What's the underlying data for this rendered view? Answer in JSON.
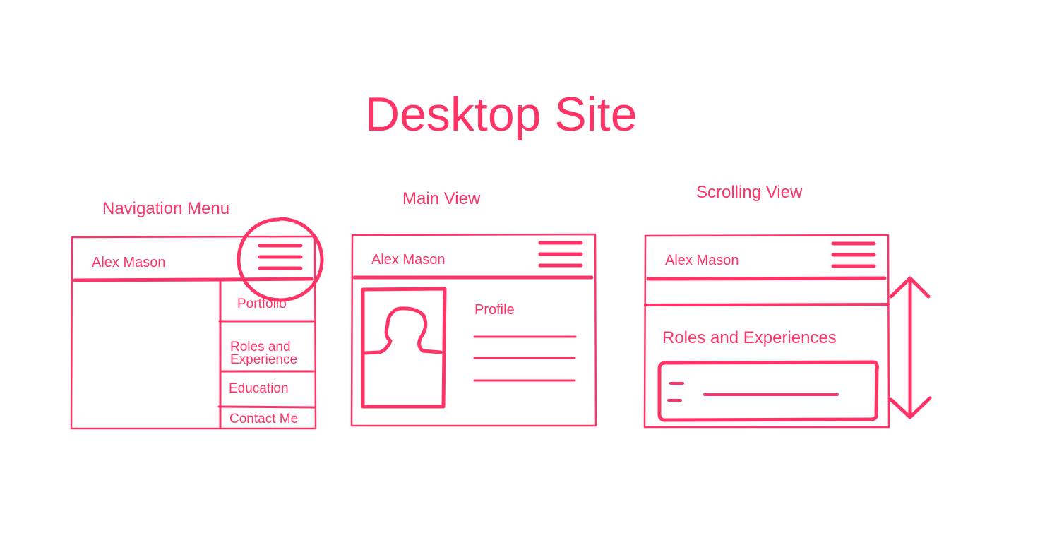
{
  "page": {
    "title": "Desktop Site"
  },
  "colors": {
    "accent": "#ff3366",
    "background": "#ffffff"
  },
  "wireframes": {
    "navigation_menu": {
      "label": "Navigation Menu",
      "brand": "Alex Mason",
      "menu_icon": "hamburger-icon",
      "menu_items": [
        "Portfolio",
        "Roles and Experience",
        "Education",
        "Contact Me"
      ]
    },
    "main_view": {
      "label": "Main View",
      "brand": "Alex Mason",
      "menu_icon": "hamburger-icon",
      "avatar_icon": "person-silhouette-icon",
      "profile_label": "Profile"
    },
    "scrolling_view": {
      "label": "Scrolling View",
      "brand": "Alex Mason",
      "menu_icon": "hamburger-icon",
      "section_heading": "Roles and Experiences",
      "scroll_indicator_icon": "double-arrow-vertical-icon"
    }
  }
}
